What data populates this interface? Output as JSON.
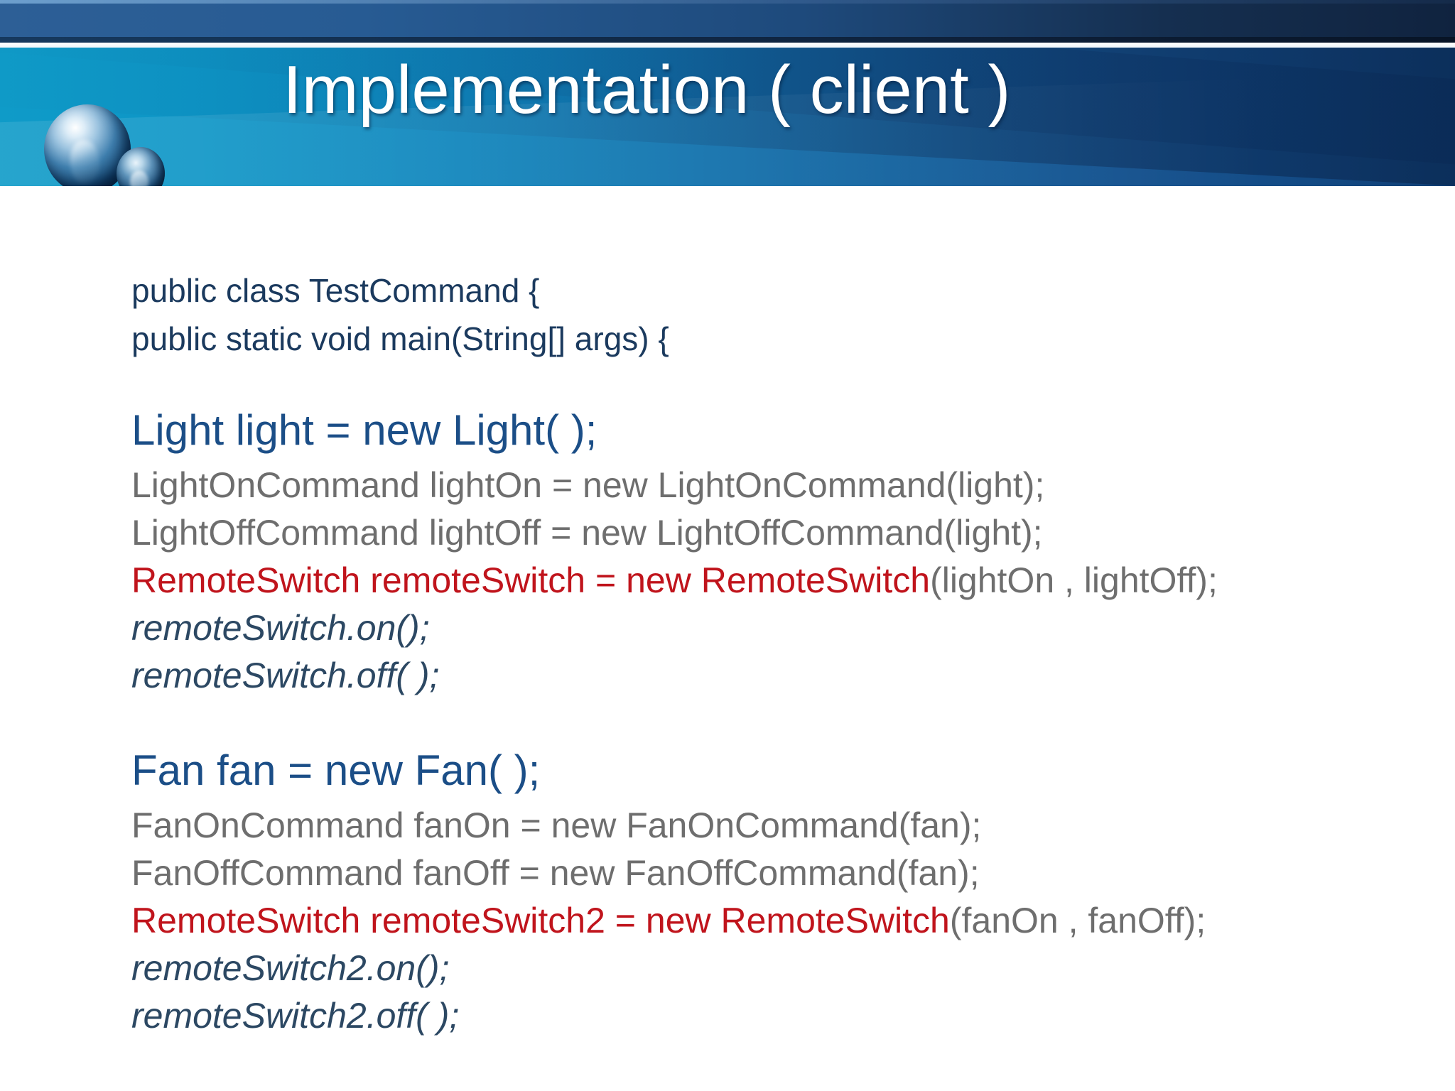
{
  "slide": {
    "title": "Implementation ( client )",
    "logo_icon": "glossy-sphere-logo",
    "background_color": "#ffffff",
    "banner_gradient_from": "#0f9bc8",
    "banner_gradient_to": "#113f74",
    "top_strip_from": "#2d5f96",
    "top_strip_to": "#10233f"
  },
  "colors": {
    "heading_navy": "#1b3a5e",
    "ctor_blue": "#1b4e87",
    "command_gray": "#6e6e6e",
    "remote_red": "#c0141c",
    "italic_slate": "#2c4863"
  },
  "code": {
    "lines": [
      {
        "id": "class-decl",
        "text": "public class TestCommand {"
      },
      {
        "id": "main-decl",
        "text": "public static void main(String[] args) {"
      },
      {
        "id": "light-ctor",
        "text": "Light light = new Light( );"
      },
      {
        "id": "light-on-cmd",
        "text": "LightOnCommand lightOn = new LightOnCommand(light);"
      },
      {
        "id": "light-off-cmd",
        "text": "LightOffCommand lightOff = new LightOffCommand(light);"
      },
      {
        "id": "remote-switch-1-red",
        "text": "RemoteSwitch remoteSwitch = new RemoteSwitch"
      },
      {
        "id": "remote-switch-1-args",
        "text": "(lightOn , lightOff);"
      },
      {
        "id": "remote-on-1",
        "text": "remoteSwitch.on();"
      },
      {
        "id": "remote-off-1",
        "text": "remoteSwitch.off( );"
      },
      {
        "id": "fan-ctor",
        "text": "Fan fan = new Fan( );"
      },
      {
        "id": "fan-on-cmd",
        "text": "FanOnCommand fanOn = new FanOnCommand(fan);"
      },
      {
        "id": "fan-off-cmd",
        "text": "FanOffCommand fanOff = new FanOffCommand(fan);"
      },
      {
        "id": "remote-switch-2-red",
        "text": "RemoteSwitch remoteSwitch2 = new RemoteSwitch"
      },
      {
        "id": "remote-switch-2-args",
        "text": "(fanOn , fanOff);"
      },
      {
        "id": "remote-on-2",
        "text": "remoteSwitch2.on();"
      },
      {
        "id": "remote-off-2",
        "text": "remoteSwitch2.off( );"
      }
    ]
  }
}
